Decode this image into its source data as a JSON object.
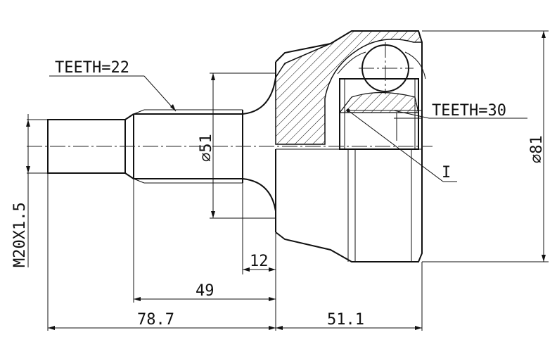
{
  "labels": {
    "teeth_shaft": "TEETH=22",
    "teeth_inner": "TEETH=30",
    "marker": "I",
    "thread": "M20X1.5",
    "dia_shaft": "⌀51",
    "dia_bell": "⌀81",
    "len_12": "12",
    "len_49": "49",
    "len_78": "78.7",
    "len_51": "51.1"
  }
}
